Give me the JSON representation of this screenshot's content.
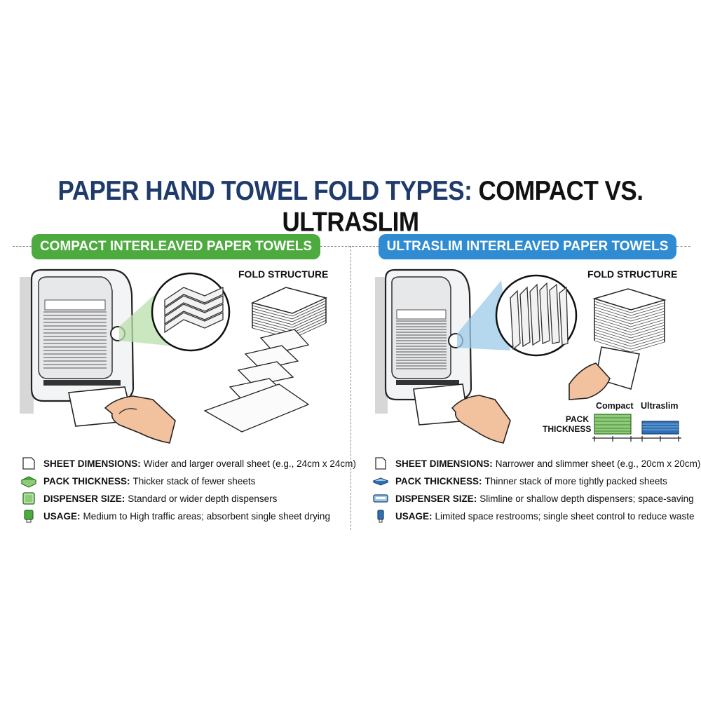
{
  "title": {
    "part1": "PAPER HAND TOWEL FOLD TYPES:",
    "part2": "COMPACT VS. ULTRASLIM"
  },
  "compact": {
    "banner": "COMPACT INTERLEAVED PAPER TOWELS",
    "fold_label": "FOLD STRUCTURE",
    "features": [
      {
        "label": "SHEET DIMENSIONS:",
        "text": "Wider and larger overall sheet (e.g., 24cm x 24cm)",
        "icon": "sheet-icon"
      },
      {
        "label": "PACK THICKNESS:",
        "text": "Thicker stack of fewer sheets",
        "icon": "thick-pack-icon"
      },
      {
        "label": "DISPENSER SIZE:",
        "text": "Standard or wider depth dispensers",
        "icon": "dispenser-icon"
      },
      {
        "label": "USAGE:",
        "text": "Medium to High traffic areas; absorbent single sheet drying",
        "icon": "usage-icon"
      }
    ]
  },
  "ultraslim": {
    "banner": "ULTRASLIM INTERLEAVED PAPER TOWELS",
    "fold_label": "FOLD STRUCTURE",
    "pack_label": "PACK THICKNESS",
    "compact_label": "Compact",
    "ultraslim_label": "Ultraslim",
    "features": [
      {
        "label": "SHEET DIMENSIONS:",
        "text": "Narrower and slimmer sheet (e.g., 20cm x 20cm)",
        "icon": "sheet-icon"
      },
      {
        "label": "PACK THICKNESS:",
        "text": "Thinner stack of more tightly packed sheets",
        "icon": "thin-pack-icon"
      },
      {
        "label": "DISPENSER SIZE:",
        "text": "Slimline or shallow depth dispensers; space-saving",
        "icon": "slim-dispenser-icon"
      },
      {
        "label": "USAGE:",
        "text": "Limited space restrooms; single sheet control to reduce waste",
        "icon": "slim-usage-icon"
      }
    ]
  },
  "colors": {
    "green": "#4daa3f",
    "blue": "#2f8bd2",
    "navy": "#1f3b6b"
  }
}
